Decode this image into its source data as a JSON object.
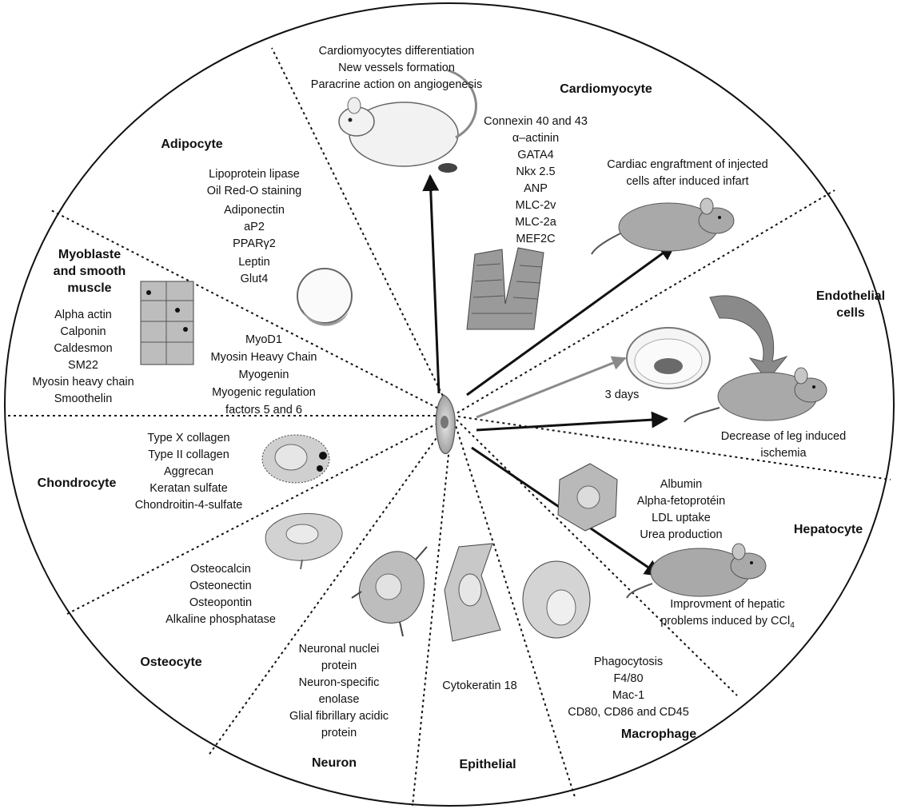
{
  "sections": {
    "cardiomyocyte": {
      "title": "Cardiomyocyte",
      "effects": [
        "Cardiomyocytes differentiation",
        "New vessels formation",
        "Paracrine action on angiogenesis"
      ],
      "markers": [
        "Connexin 40 and 43",
        "α–actinin",
        "GATA4",
        "Nkx 2.5",
        "ANP",
        "MLC-2v",
        "MLC-2a",
        "MEF2C"
      ],
      "note": [
        "Cardiac engraftment of injected",
        "cells after induced infart"
      ]
    },
    "adipocyte": {
      "title": "Adipocyte",
      "markers": [
        "Lipoprotein lipase",
        "Oil Red-O staining",
        "Adiponectin",
        "aP2",
        "PPARγ2",
        "Leptin",
        "Glut4"
      ]
    },
    "myoblast": {
      "title_lines": [
        "Myoblaste",
        "and smooth",
        "muscle"
      ],
      "markers": [
        "Alpha actin",
        "Calponin",
        "Caldesmon",
        "SM22",
        "Myosin heavy chain",
        "Smoothelin"
      ],
      "myogenic_markers": [
        "MyoD1",
        "Myosin Heavy Chain",
        "Myogenin",
        "Myogenic regulation",
        "factors 5 and 6"
      ]
    },
    "endothelial": {
      "title_lines": [
        "Endothelial",
        "cells"
      ],
      "culture_time": "3 days",
      "note": [
        "Decrease of leg induced",
        "ischemia"
      ]
    },
    "chondrocyte": {
      "title": "Chondrocyte",
      "markers": [
        "Type X collagen",
        "Type II collagen",
        "Aggrecan",
        "Keratan sulfate",
        "Chondroitin-4-sulfate"
      ]
    },
    "osteocyte": {
      "title": "Osteocyte",
      "markers": [
        "Osteocalcin",
        "Osteonectin",
        "Osteopontin",
        "Alkaline phosphatase"
      ]
    },
    "neuron": {
      "title": "Neuron",
      "markers": [
        "Neuronal nuclei",
        "protein",
        "Neuron-specific",
        "enolase",
        "Glial fibrillary acidic",
        "protein"
      ]
    },
    "epithelial": {
      "title": "Epithelial",
      "markers": [
        "Cytokeratin 18"
      ]
    },
    "macrophage": {
      "title": "Macrophage",
      "markers": [
        "Phagocytosis",
        "F4/80",
        "Mac-1",
        "CD80, CD86 and CD45"
      ]
    },
    "hepatocyte": {
      "title": "Hepatocyte",
      "markers": [
        "Albumin",
        "Alpha-fetoprotéin",
        "LDL uptake",
        "Urea production"
      ],
      "note_line1": "Improvment of hepatic",
      "note_line2_prefix": "problems induced by CCl",
      "note_line2_sub": "4"
    }
  },
  "colors": {
    "ink": "#111111",
    "gray_arrow": "#8a8a8a",
    "mouse_fill": "#a9a9a9",
    "rat_fill": "#f2f2f2"
  }
}
